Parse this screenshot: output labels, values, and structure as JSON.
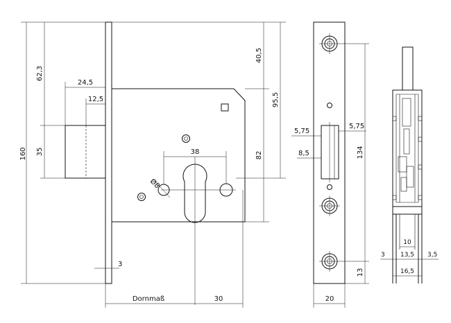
{
  "dimensions": {
    "front_height": "160",
    "top_to_bolt": "62,3",
    "bolt_height": "35",
    "bolt_throw": "24,5",
    "bolt_offset": "12,5",
    "faceplate_thickness": "3",
    "backset": "Dornmaß",
    "backset_extra": "30",
    "top_to_center": "40,5",
    "top_to_cylinder": "95,5",
    "case_height": "82",
    "cylinder_spacing": "38",
    "hole_diameter": "Ø8",
    "latch_width_left": "5,75",
    "latch_width_right": "5,75",
    "latch_depth": "8,5",
    "faceplate_length": "134",
    "faceplate_bottom": "13",
    "faceplate_width": "20",
    "side_10": "10",
    "side_13_5": "13,5",
    "side_3": "3",
    "side_3_5": "3,5",
    "side_16_5": "16,5"
  }
}
